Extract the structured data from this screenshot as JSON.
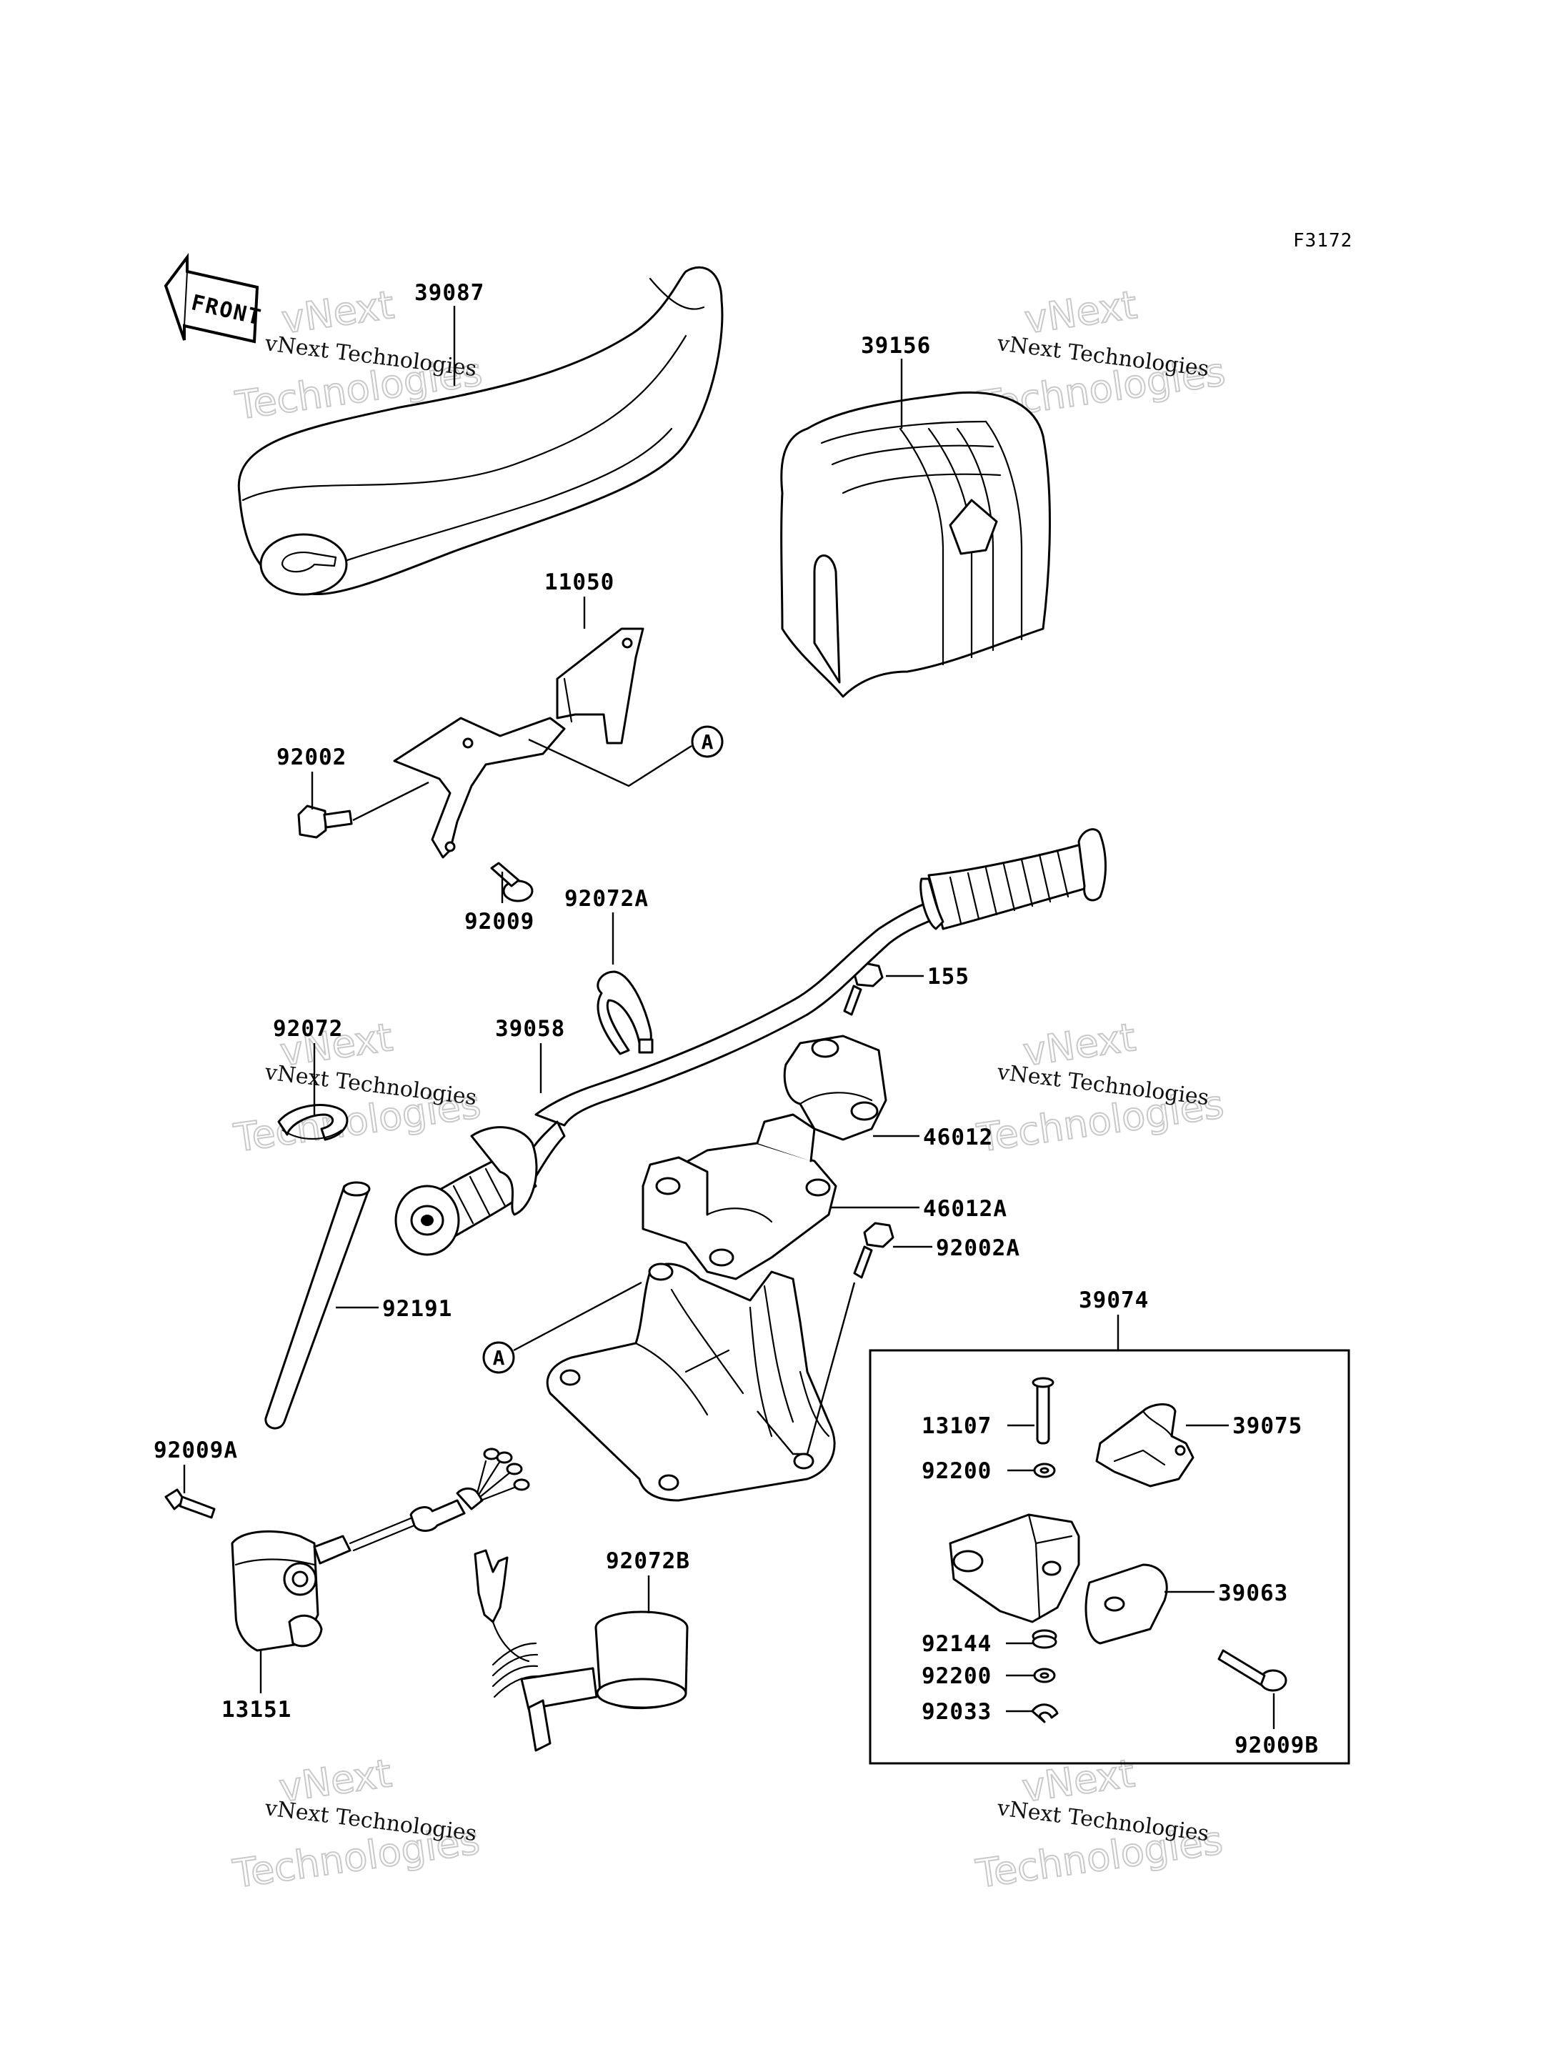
{
  "figure_code": "F3172",
  "front_label": "FRONT",
  "ref_marker": "A",
  "watermark": {
    "line1": "vNext Technologies",
    "line2": "vNext",
    "line3": "Technologies"
  },
  "parts": {
    "p39087": "39087",
    "p39156": "39156",
    "p11050": "11050",
    "p92002": "92002",
    "p92009": "92009",
    "p92072A": "92072A",
    "p155": "155",
    "p92072": "92072",
    "p39058": "39058",
    "p46012": "46012",
    "p46012A": "46012A",
    "p92002A": "92002A",
    "p39074": "39074",
    "p92191": "92191",
    "p13107": "13107",
    "p39075": "39075",
    "p92200a": "92200",
    "p92009A": "92009A",
    "p92072B": "92072B",
    "p39063": "39063",
    "p92144": "92144",
    "p92200b": "92200",
    "p92033": "92033",
    "p92009B": "92009B",
    "p13151": "13151"
  }
}
